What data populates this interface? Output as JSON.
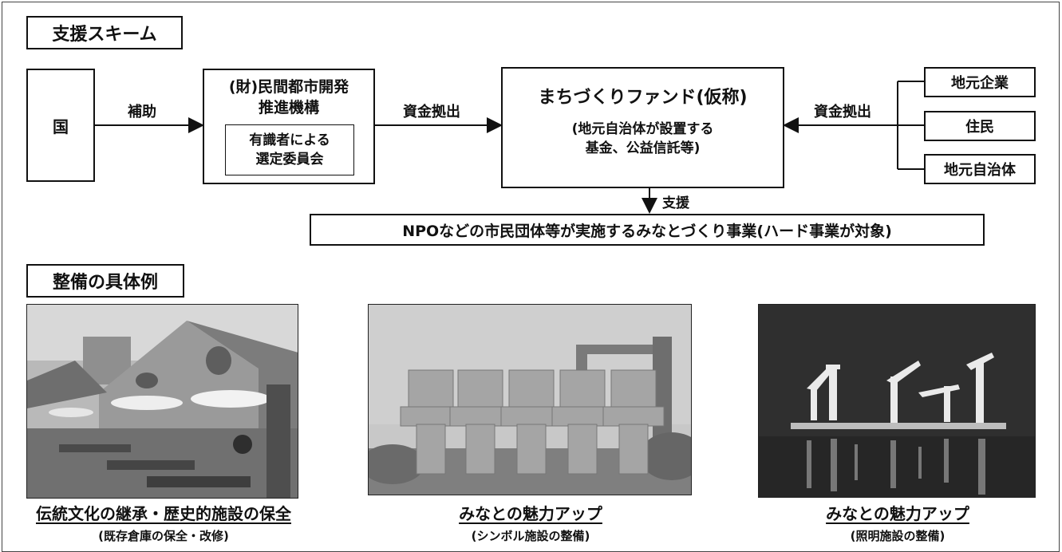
{
  "section1_title": "支援スキーム",
  "section2_title": "整備の具体例",
  "boxes": {
    "kuni": "国",
    "org_line1": "(財)民間都市開発",
    "org_line2": "推進機構",
    "committee_line1": "有識者による",
    "committee_line2": "選定委員会",
    "fund_title": "まちづくりファンド(仮称)",
    "fund_sub1": "(地元自治体が設置する",
    "fund_sub2": "基金、公益信託等)",
    "local_company": "地元企業",
    "residents": "住民",
    "local_gov": "地元自治体",
    "project": "NPOなどの市民団体等が実施するみなとづくり事業(ハード事業が対象)"
  },
  "arrows": {
    "subsidy": "補助",
    "fund_out_1": "資金拠出",
    "fund_out_2": "資金拠出",
    "support": "支援"
  },
  "examples": [
    {
      "title": "伝統文化の継承・歴史的施設の保全",
      "subtitle": "(既存倉庫の保全・改修)"
    },
    {
      "title": "みなとの魅力アップ",
      "subtitle": "(シンボル施設の整備)"
    },
    {
      "title": "みなとの魅力アップ",
      "subtitle": "(照明施設の整備)"
    }
  ]
}
